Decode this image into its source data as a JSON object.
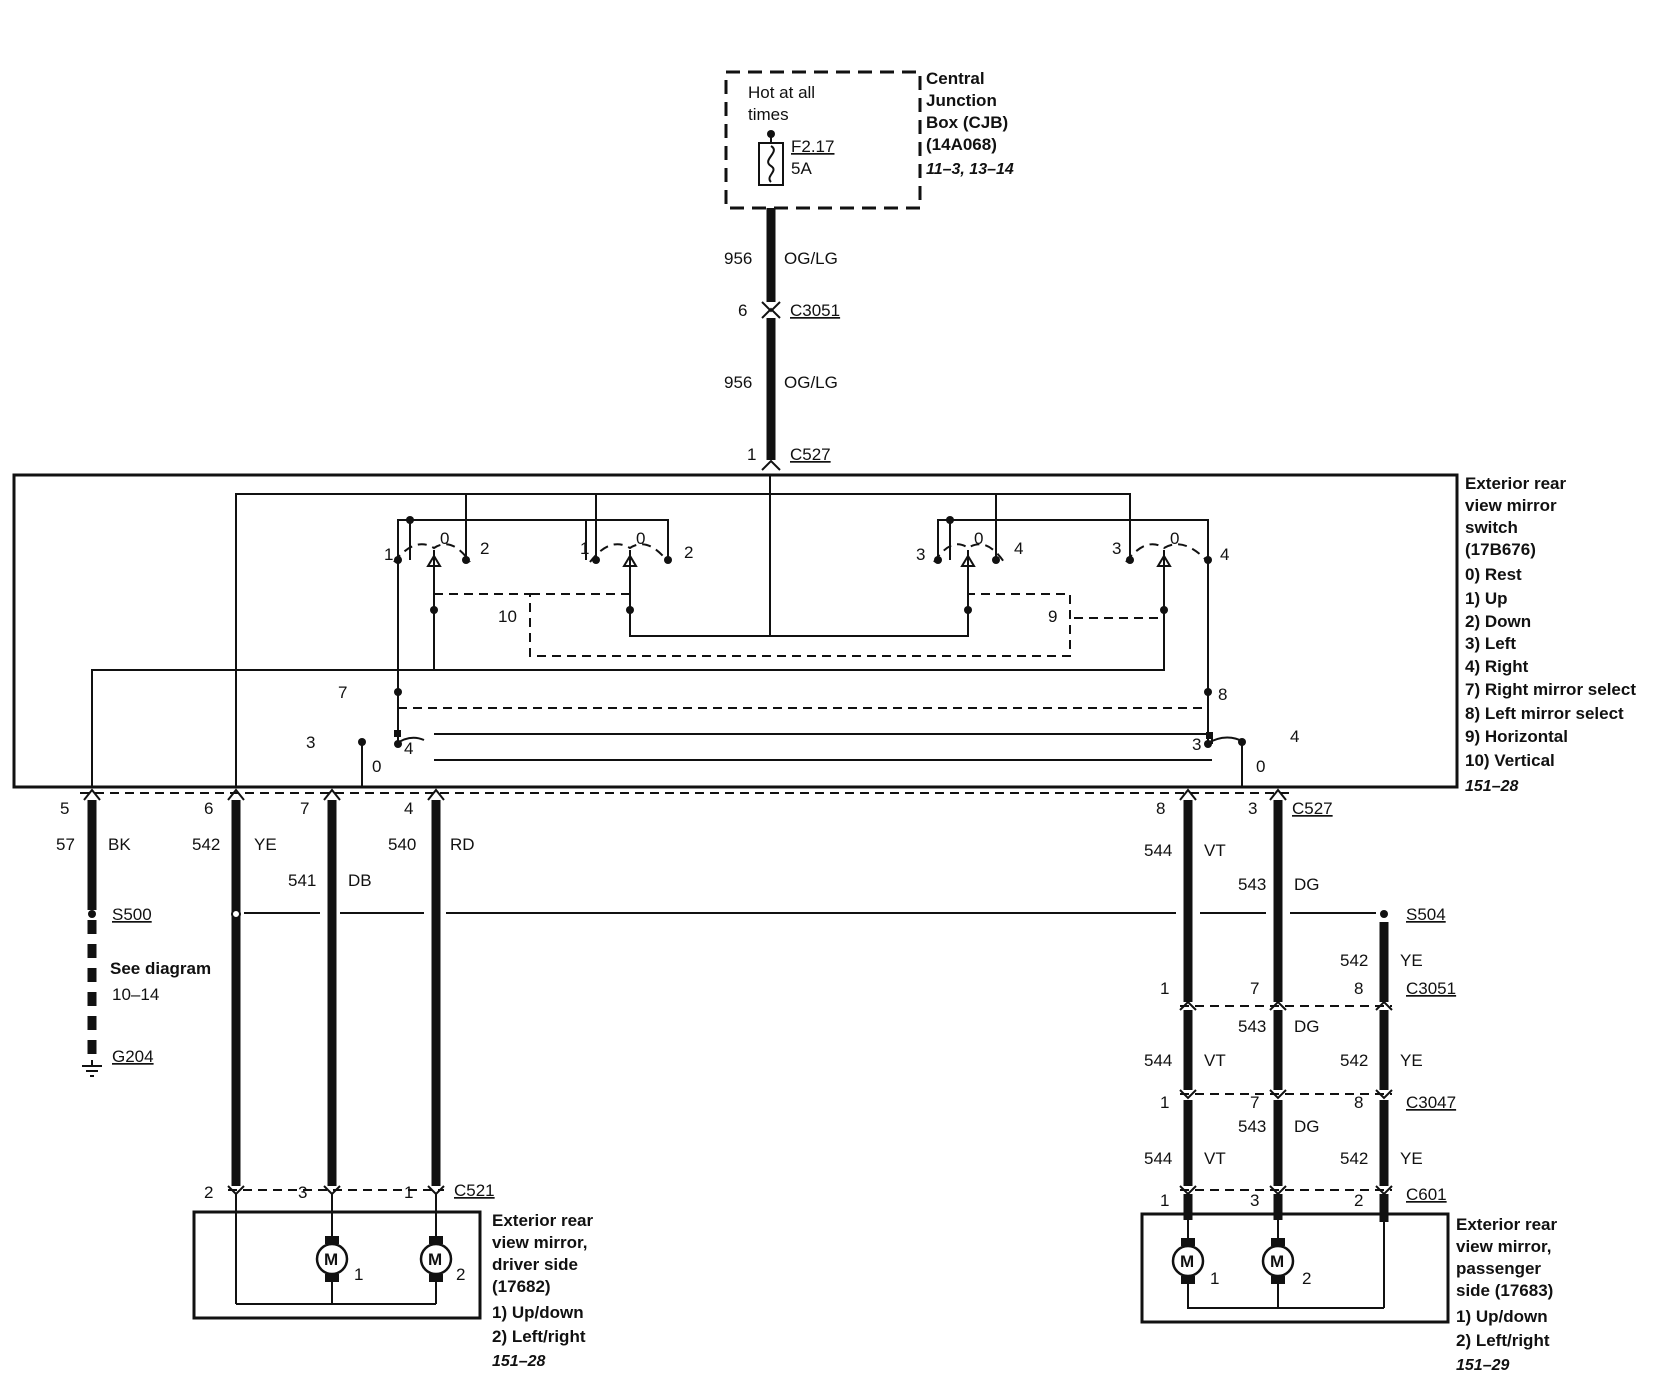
{
  "cjb": {
    "hot_label_1": "Hot at all",
    "hot_label_2": "times",
    "fuse_id": "F2.17",
    "fuse_rating": "5A",
    "title_1": "Central",
    "title_2": "Junction",
    "title_3": "Box (CJB)",
    "part_no": "(14A068)",
    "ref": "11–3, 13–14"
  },
  "feed": {
    "circuit": "956",
    "color": "OG/LG",
    "conn_c3051": "C3051",
    "pin_c3051": "6",
    "conn_c527": "C527",
    "pin_c527": "1"
  },
  "switch": {
    "title_1": "Exterior rear",
    "title_2": "view mirror",
    "title_3": "switch",
    "part_no": "(17B676)",
    "legend": [
      "0) Rest",
      "1) Up",
      "2) Down",
      "3) Left",
      "4) Right",
      "7) Right mirror select",
      "8) Left mirror select",
      "9) Horizontal",
      "10) Vertical"
    ],
    "ref": "151–28",
    "label_10": "10",
    "label_9": "9",
    "contacts_left": [
      "1",
      "0",
      "2",
      "1",
      "0",
      "2"
    ],
    "contacts_right": [
      "3",
      "0",
      "4",
      "3",
      "0",
      "4"
    ],
    "sel_left": [
      "7",
      "3",
      "4",
      "0"
    ],
    "sel_right": [
      "8",
      "3",
      "4",
      "0"
    ]
  },
  "left_wires": {
    "pins": [
      "5",
      "6",
      "7",
      "4"
    ],
    "w57": {
      "circuit": "57",
      "color": "BK"
    },
    "w542": {
      "circuit": "542",
      "color": "YE"
    },
    "w541": {
      "circuit": "541",
      "color": "DB"
    },
    "w540": {
      "circuit": "540",
      "color": "RD"
    },
    "splice": "S500",
    "see_1": "See diagram",
    "see_2": "10–14",
    "ground": "G204"
  },
  "right_wires": {
    "pins_c527": [
      "8",
      "3"
    ],
    "conn_c527": "C527",
    "w544": {
      "circuit": "544",
      "color": "VT"
    },
    "w543": {
      "circuit": "543",
      "color": "DG"
    },
    "w542": {
      "circuit": "542",
      "color": "YE"
    },
    "splice": "S504",
    "conn_c3051": "C3051",
    "pins_c3051": [
      "1",
      "7",
      "8"
    ],
    "conn_c3047": "C3047",
    "pins_c3047": [
      "1",
      "7",
      "8"
    ],
    "conn_c601": "C601",
    "pins_c601": [
      "1",
      "3",
      "2"
    ]
  },
  "driver_mirror": {
    "conn": "C521",
    "pins": [
      "2",
      "3",
      "1"
    ],
    "motor_label": "M",
    "motor_nums": [
      "1",
      "2"
    ],
    "title_1": "Exterior rear",
    "title_2": "view mirror,",
    "title_3": "driver side",
    "part_no": "(17682)",
    "legend_1": "1) Up/down",
    "legend_2": "2) Left/right",
    "ref": "151–28"
  },
  "passenger_mirror": {
    "motor_label": "M",
    "motor_nums": [
      "1",
      "2"
    ],
    "title_1": "Exterior rear",
    "title_2": "view mirror,",
    "title_3": "passenger",
    "title_4": "side (17683)",
    "legend_1": "1) Up/down",
    "legend_2": "2) Left/right",
    "ref": "151–29"
  }
}
